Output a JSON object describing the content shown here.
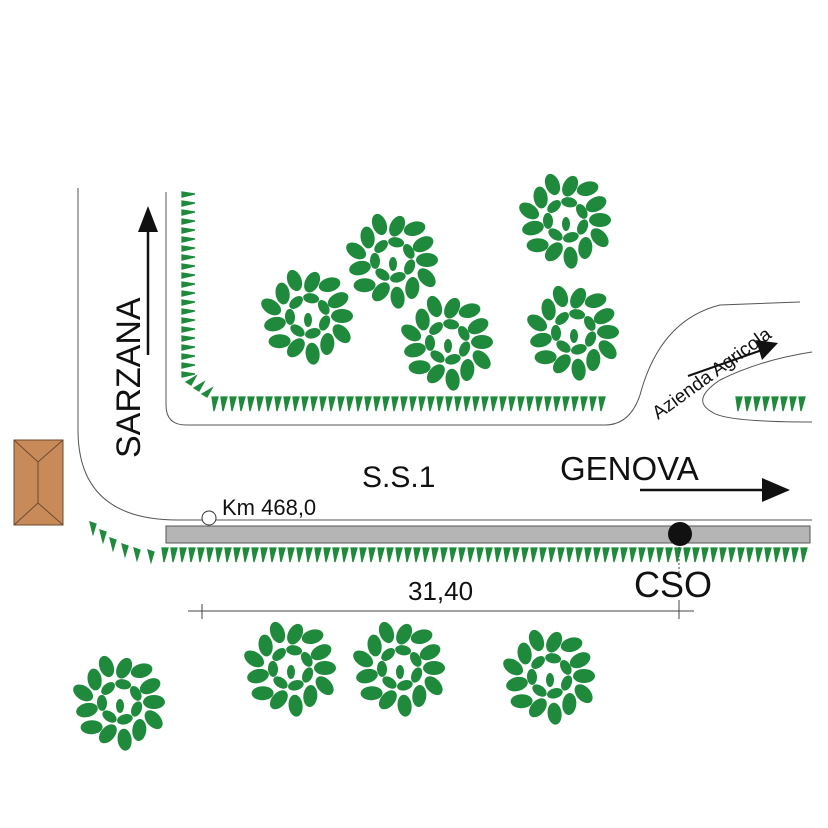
{
  "labels": {
    "sarzana": "SARZANA",
    "genova": "GENOVA",
    "road": "S.S.1",
    "km": "Km 468,0",
    "distance": "31,40",
    "station": "CSO",
    "farm": "Azienda Agricola"
  },
  "colors": {
    "tree": "#1f8a3c",
    "hedge": "#1f8a3c",
    "building": "#c98a5a",
    "building_outline": "#6b4a2f",
    "guardrail": "#b5b5b5",
    "road_edge": "#555555",
    "ink": "#111111"
  },
  "icons": [
    "tree-icon",
    "hedge-icon",
    "house-icon",
    "arrow-icon",
    "station-marker-icon",
    "km-marker-icon"
  ]
}
